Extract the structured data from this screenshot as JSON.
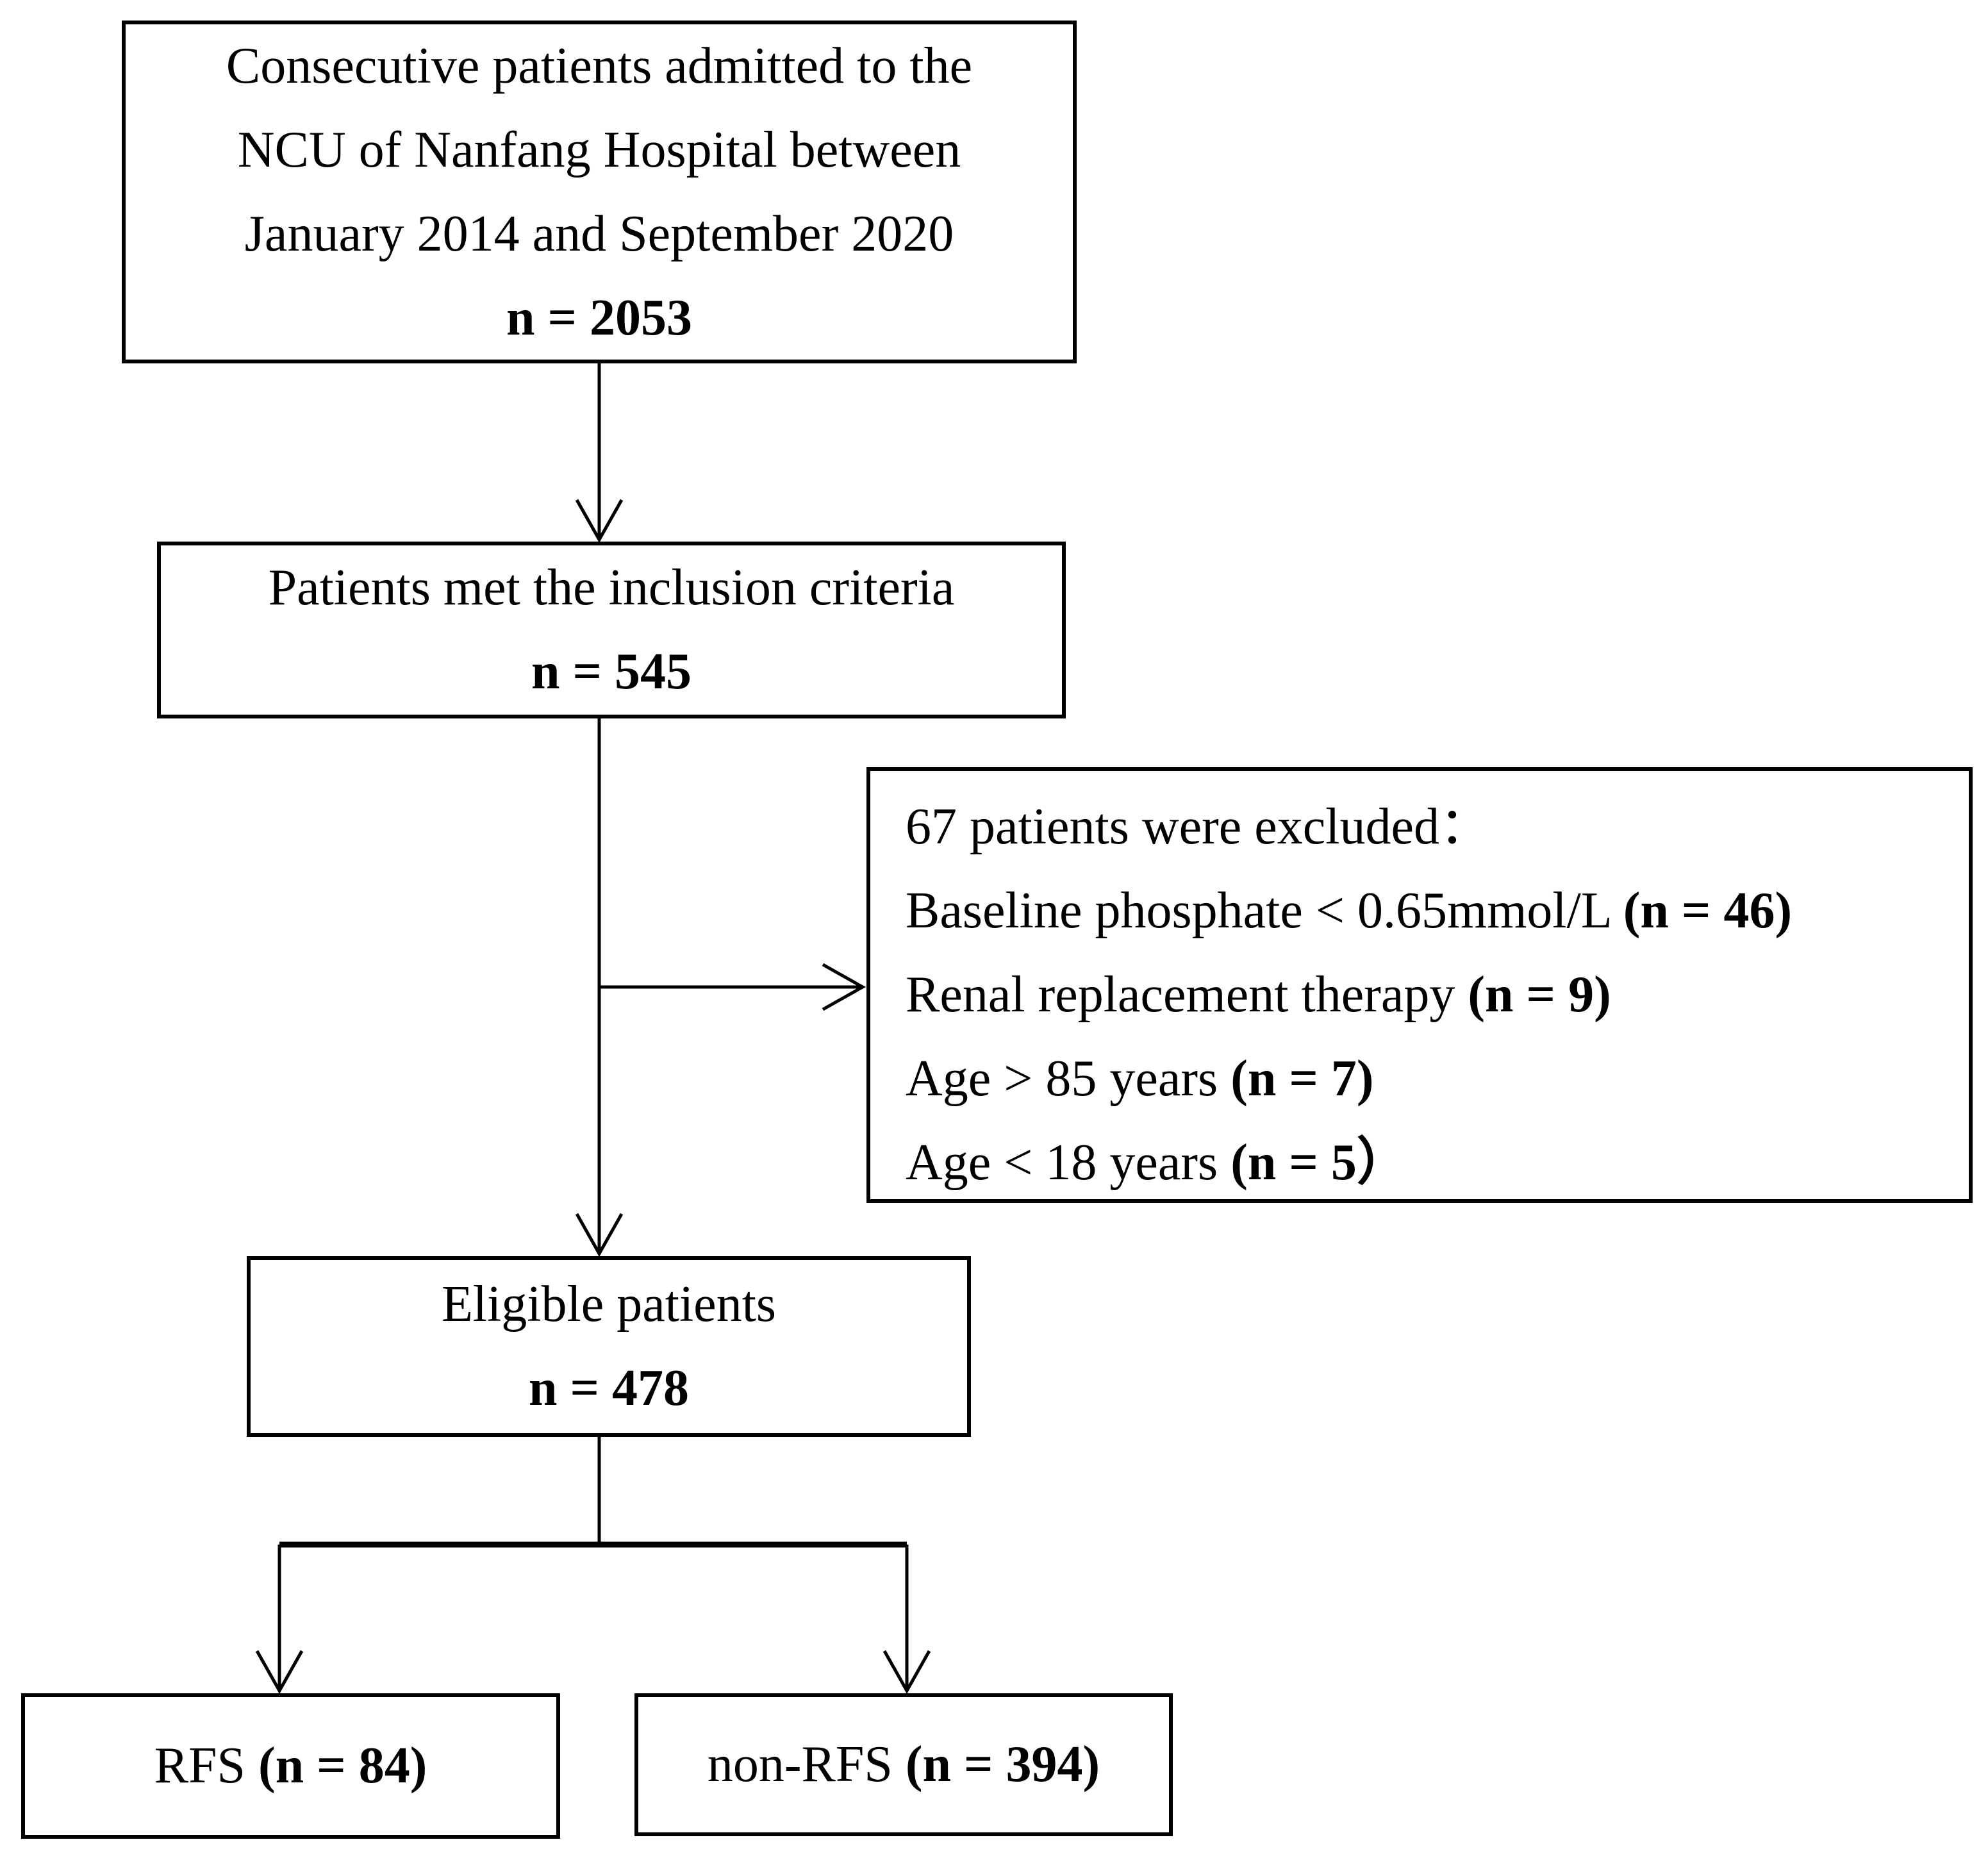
{
  "colors": {
    "ink": "#000000",
    "background": "#ffffff"
  },
  "flowchart": {
    "admitted": {
      "line1": "Consecutive patients admitted to the",
      "line2": "NCU of Nanfang Hospital between",
      "line3": "January 2014 and September 2020",
      "n": "n = 2053"
    },
    "inclusion": {
      "line1": "Patients met the inclusion criteria",
      "n": "n = 545"
    },
    "excluded": {
      "title": "67 patients were excluded：",
      "items": [
        {
          "text": "Baseline phosphate < 0.65mmol/L ",
          "n": "(n = 46)"
        },
        {
          "text": "Renal replacement therapy ",
          "n": "(n = 9)"
        },
        {
          "text": "Age > 85 years ",
          "n": "(n = 7)"
        },
        {
          "text": "Age < 18 years ",
          "n": "(n = 5）"
        }
      ]
    },
    "eligible": {
      "line1": "Eligible patients",
      "n": "n = 478"
    },
    "rfs": {
      "text": "RFS ",
      "n": "(n = 84)"
    },
    "nonrfs": {
      "text": "non-RFS ",
      "n": "(n = 394)"
    }
  }
}
